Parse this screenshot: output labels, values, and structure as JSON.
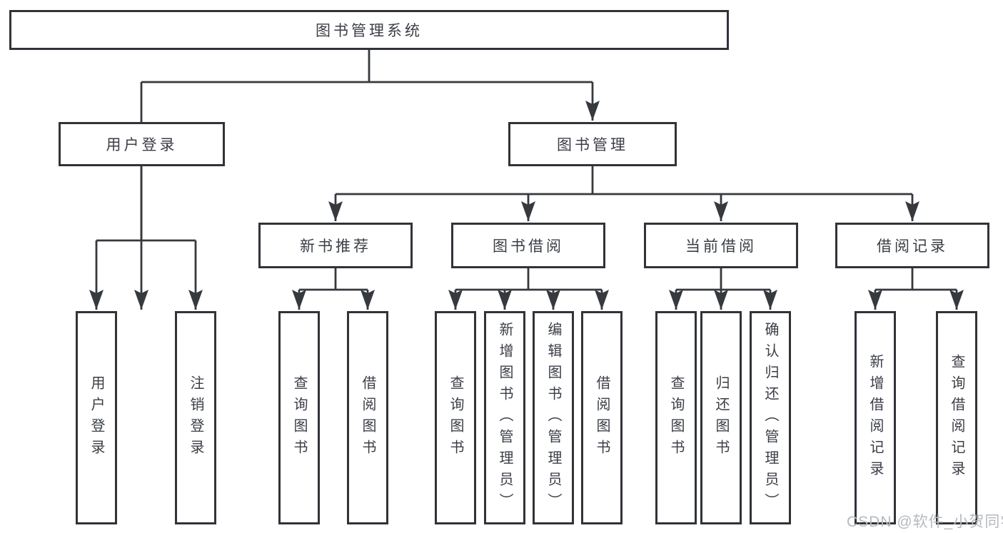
{
  "diagram": {
    "root": {
      "label": "图书管理系统",
      "children": [
        {
          "label": "用户登录",
          "children": [
            {
              "label": "用户登录"
            },
            {
              "label": "注销登录"
            }
          ]
        },
        {
          "label": "图书管理",
          "children": [
            {
              "label": "新书推荐",
              "children": [
                {
                  "label": "查询图书"
                },
                {
                  "label": "借阅图书"
                }
              ]
            },
            {
              "label": "图书借阅",
              "children": [
                {
                  "label": "查询图书"
                },
                {
                  "label": "新增图书（管理员）"
                },
                {
                  "label": "编辑图书（管理员）"
                },
                {
                  "label": "借阅图书"
                }
              ]
            },
            {
              "label": "当前借阅",
              "children": [
                {
                  "label": "查询图书"
                },
                {
                  "label": "归还图书"
                },
                {
                  "label": "确认归还（管理员）"
                }
              ]
            },
            {
              "label": "借阅记录",
              "children": [
                {
                  "label": "新增借阅记录"
                },
                {
                  "label": "查询借阅记录"
                }
              ]
            }
          ]
        }
      ]
    }
  },
  "watermark": {
    "text": "CSDN @软件_小贺同学"
  },
  "colors": {
    "line": "#36393d",
    "box_border": "#303338",
    "text": "#3a3e45",
    "background": "#ffffff",
    "watermark": "#b6b9bf"
  }
}
